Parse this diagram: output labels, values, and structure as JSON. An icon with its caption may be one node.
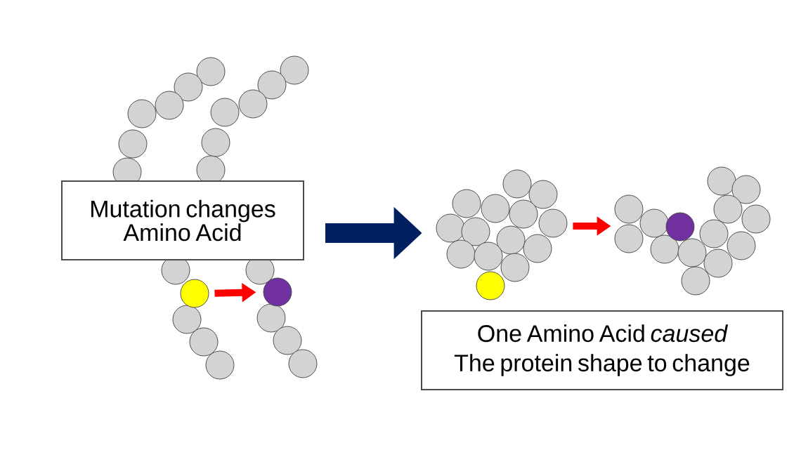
{
  "diagram": {
    "nodes": [
      {
        "text": [
          "Mutation changes Amino Acid"
        ]
      },
      {
        "text": [],
        "shape": "circle"
      },
      {
        "text": [],
        "shape": "circle"
      },
      {
        "text": [],
        "shape": "picture"
      },
      {
        "text": [],
        "shape": "picture"
      },
      {
        "text": [
          "One Amino Acid *caused* The protein shape to change"
        ]
      }
    ],
    "edges": [
      {
        "from": 1,
        "to": 2,
        "arrow": "to"
      },
      {
        "from": 0,
        "to": 3,
        "arrow": "to",
        "style": "thick",
        "color": "#002060"
      },
      {
        "from": 3,
        "to": 4,
        "arrow": "to"
      }
    ]
  }
}
